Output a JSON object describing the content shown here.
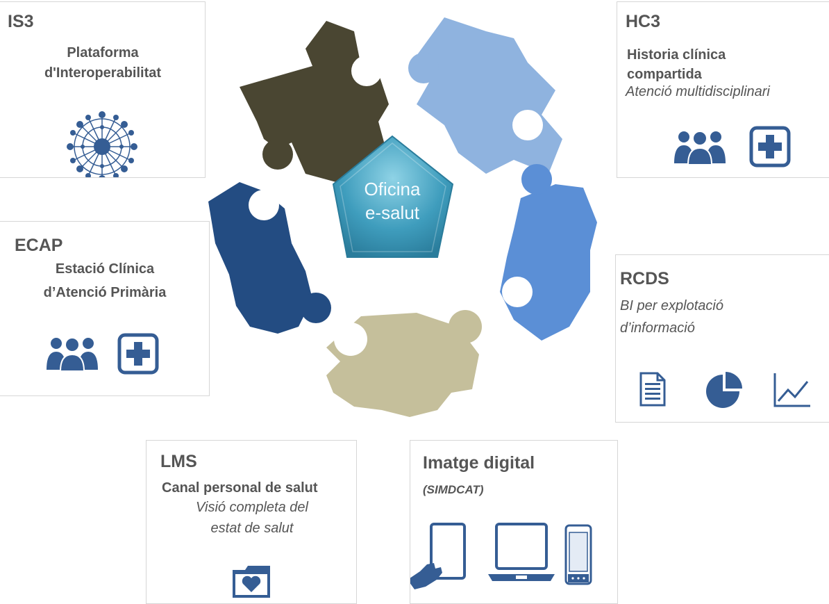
{
  "center": {
    "line1": "Oficina",
    "line2": "e-salut"
  },
  "is3": {
    "code": "IS3",
    "line1": "Plataforma",
    "line2": "d'Interoperabilitat",
    "icon": "network-hub-icon"
  },
  "hc3": {
    "code": "HC3",
    "line1": "Historia clínica",
    "line2": "compartida",
    "italic": "Atenció multidisciplinari",
    "icons": [
      "people-group-icon",
      "medical-plus-icon"
    ]
  },
  "ecap": {
    "code": "ECAP",
    "line1": "Estació Clínica",
    "line2": "d’Atenció Primària",
    "icons": [
      "people-group-icon",
      "medical-plus-icon"
    ]
  },
  "rcds": {
    "code": "RCDS",
    "italic1": "BI per explotació",
    "italic2": "d’informació",
    "icons": [
      "document-icon",
      "pie-chart-icon",
      "line-chart-icon"
    ]
  },
  "lms": {
    "code": "LMS",
    "line1": "Canal personal de salut",
    "italic1": "Visió completa del",
    "italic2": "estat de salut",
    "icon": "heart-folder-icon"
  },
  "imatge": {
    "code": "Imatge digital",
    "sub": "(SIMDCAT)",
    "icons": [
      "tablet-touch-icon",
      "laptop-icon",
      "smartphone-icon"
    ]
  },
  "colors": {
    "dark_olive": "#4a4632",
    "light_blue": "#8fb3df",
    "mid_blue": "#5b8fd6",
    "tan": "#c5bf9b",
    "navy": "#234c82",
    "icon_blue": "#355d94",
    "pentagon": "#4aa6c2"
  }
}
